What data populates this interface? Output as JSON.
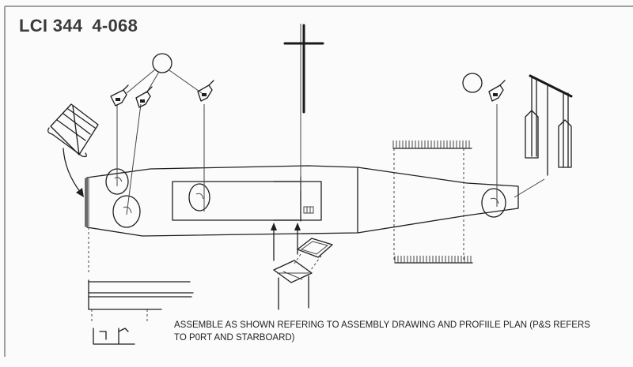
{
  "header": {
    "model": "LCI 344",
    "code": "4-068"
  },
  "instructions": {
    "line1": "ASSEMBLE AS SHOWN REFERING TO ASSEMBLY DRAWING AND PROFIILE PLAN  (P&S REFERS",
    "line2": "TO P0RT AND STARBOARD)"
  }
}
